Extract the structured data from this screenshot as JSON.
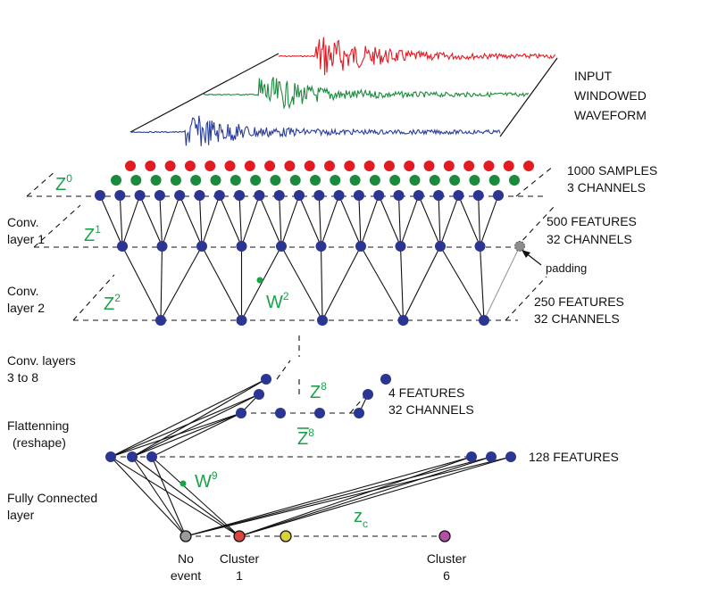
{
  "colors": {
    "red": "#e21b23",
    "green": "#1c8a3c",
    "blue": "#2a3d9a",
    "node_blue": "#2b3592",
    "symbol_green": "#1aa24a",
    "padding_gray": "#8c8c8c",
    "no_event": "#9a9a9a",
    "cluster1": "#d9463c",
    "cluster_mid": "#d6d23a",
    "cluster6": "#b350a6"
  },
  "annotations": {
    "input": [
      "INPUT",
      "WINDOWED",
      "WAVEFORM"
    ],
    "samples": [
      "1000 SAMPLES",
      "3 CHANNELS"
    ],
    "f500": [
      "500 FEATURES",
      "32 CHANNELS"
    ],
    "padding": "padding",
    "f250": [
      "250 FEATURES",
      "32 CHANNELS"
    ],
    "f4": [
      "4 FEATURES",
      "32 CHANNELS"
    ],
    "f128": "128 FEATURES"
  },
  "layers": {
    "conv1": [
      "Conv.",
      "layer 1"
    ],
    "conv2": [
      "Conv.",
      "layer 2"
    ],
    "conv38": [
      "Conv. layers",
      "3 to 8"
    ],
    "flatten": [
      "Flattenning",
      "(reshape)"
    ],
    "fc": [
      "Fully Connected",
      "layer"
    ]
  },
  "symbols": {
    "z0": {
      "base": "Z",
      "sup": "0"
    },
    "z1": {
      "base": "Z",
      "sup": "1"
    },
    "z2": {
      "base": "Z",
      "sup": "2"
    },
    "w2": {
      "base": "W",
      "sup": "2"
    },
    "z8": {
      "base": "Z",
      "sup": "8"
    },
    "z8bar": {
      "base": "Z",
      "sup": "8"
    },
    "w9": {
      "base": "W",
      "sup": "9"
    },
    "zc": {
      "base": "z",
      "sub": "c"
    }
  },
  "outputs": {
    "no_event": [
      "No",
      "event"
    ],
    "cluster1": [
      "Cluster",
      "1"
    ],
    "cluster6": [
      "Cluster",
      "6"
    ]
  }
}
